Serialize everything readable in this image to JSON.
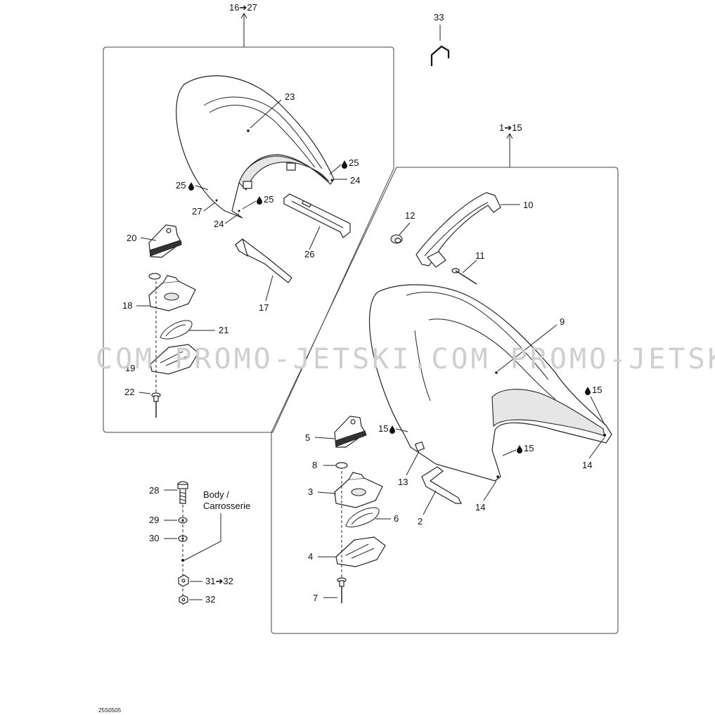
{
  "watermark": "COM PROMO-JETSKI.COM PROMO-JETSK",
  "drawing_number": "25S0505",
  "group_labels": {
    "rear_seat": "16➔27",
    "front_seat": "1➔15",
    "hardware_range": "31➔32"
  },
  "body_label": {
    "line1": "Body /",
    "line2": "Carrosserie"
  },
  "callouts": {
    "c2": "2",
    "c3": "3",
    "c4": "4",
    "c5": "5",
    "c6": "6",
    "c7": "7",
    "c8": "8",
    "c9": "9",
    "c10": "10",
    "c11": "11",
    "c12": "12",
    "c13": "13",
    "c14a": "14",
    "c14b": "14",
    "c15a": "15",
    "c15b": "15",
    "c15c": "15",
    "c17": "17",
    "c18": "18",
    "c19": "19",
    "c20": "20",
    "c21": "21",
    "c22": "22",
    "c23": "23",
    "c24a": "24",
    "c24b": "24",
    "c25a": "25",
    "c25b": "25",
    "c25c": "25",
    "c26": "26",
    "c27": "27",
    "c28": "28",
    "c29": "29",
    "c30": "30",
    "c32": "32",
    "c33": "33"
  },
  "icons": {
    "adhesive": "drop-icon"
  }
}
